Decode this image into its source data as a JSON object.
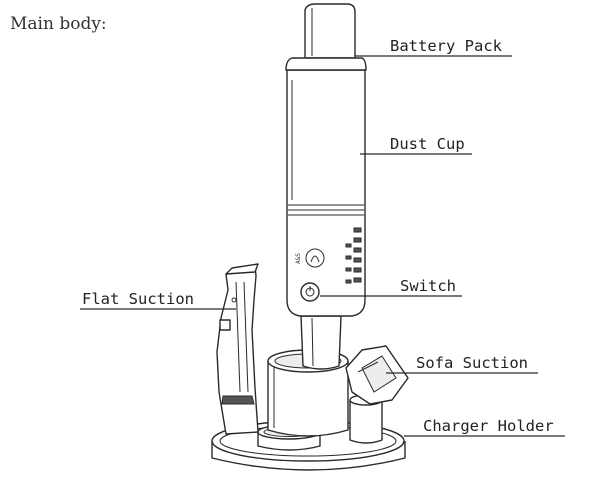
{
  "heading": "Main body:",
  "labels": {
    "battery_pack": "Battery Pack",
    "dust_cup": "Dust Cup",
    "switch": "Switch",
    "flat_suction": "Flat Suction",
    "sofa_suction": "Sofa Suction",
    "charger_holder": "Charger Holder"
  },
  "logo_text": "A&S"
}
